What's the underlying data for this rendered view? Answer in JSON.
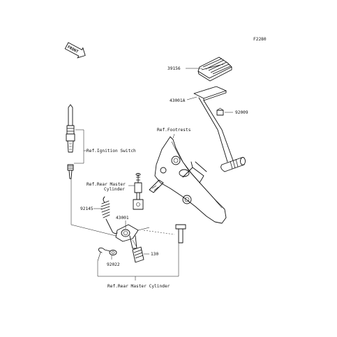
{
  "figure_code": "F2280",
  "front_badge": "FRONT",
  "callouts": {
    "pedal_rubber": "39156",
    "pedal": "43001A",
    "nut_pedal": "92009",
    "ref_footrests": "Ref.Footrests",
    "ref_ignition_switch": "Ref.Ignition Switch",
    "ref_rear_master_cylinder_line1": "Ref.Rear Master",
    "ref_rear_master_cylinder_line2": "Cylinder",
    "spring": "92145",
    "lever": "43001",
    "bolt": "130",
    "washer": "92022",
    "ref_rear_master_cylinder_bottom": "Ref.Rear Master Cylinder"
  }
}
